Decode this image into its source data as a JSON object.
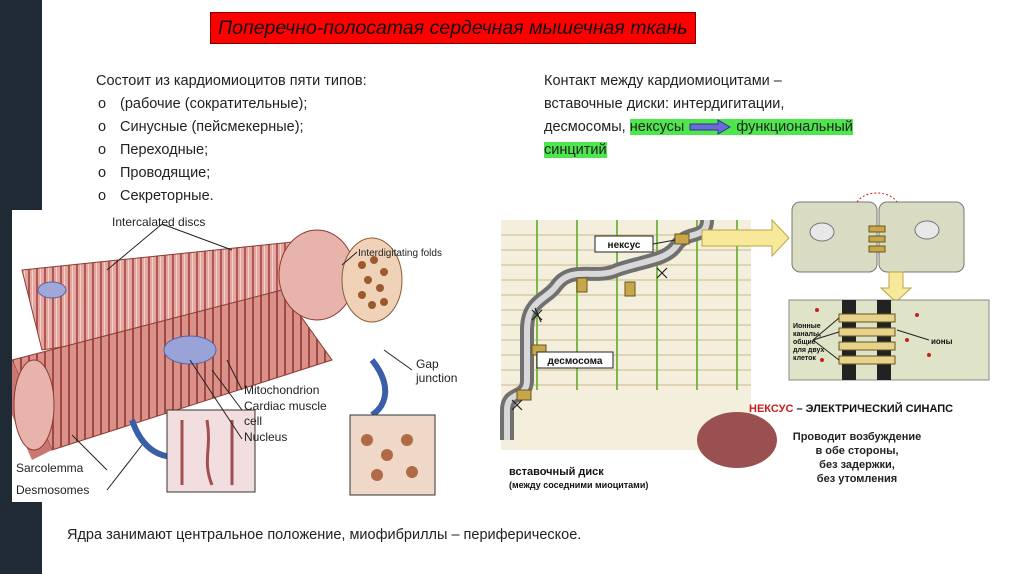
{
  "title": "Поперечно-полосатая сердечная мышечная ткань",
  "types": {
    "intro": "Состоит из кардиомиоцитов пяти типов:",
    "items": [
      "(рабочие (сократительные);",
      "Синусные (пейсмекерные);",
      "Переходные;",
      "Проводящие;",
      "Секреторные."
    ]
  },
  "contact": {
    "line1": "Контакт между кардиомиоцитами –",
    "line2": "вставочные диски: интердигитации,",
    "line3_prefix": "десмосомы,",
    "nexus_word": "нексусы",
    "functional_word": "функциональный",
    "line4": "синцитий",
    "highlight_color": "#4de64d"
  },
  "left_figure": {
    "labels": {
      "intercalated": "Intercalated discs",
      "interdigitating": "Interdigitating folds",
      "gap": "Gap",
      "junction": "junction",
      "mitochondrion": "Mitochondrion",
      "cardiac": "Cardiac muscle",
      "cell": "cell",
      "nucleus": "Nucleus",
      "sarcolemma": "Sarcolemma",
      "desmosomes": "Desmosomes"
    }
  },
  "right_figure": {
    "labels": {
      "nexus": "нексус",
      "desmosome": "десмосома",
      "disc": "вставочный диск",
      "disc_sub": "(между соседними миоцитами)",
      "ion_channels_1": "Ионные",
      "ion_channels_2": "каналы,",
      "ion_channels_3": "общие",
      "ion_channels_4": "для двух",
      "ion_channels_5": "клеток",
      "ions": "ионы",
      "synapse_red": "НЕКСУС",
      "synapse_rest": " – ЭЛЕКТРИЧЕСКИЙ СИНАПС",
      "p1": "Проводит возбуждение",
      "p2": "в обе стороны,",
      "p3": "без задержки,",
      "p4": "без утомления"
    }
  },
  "footer": "Ядра занимают центральное положение, миофибриллы – периферическое.",
  "colors": {
    "title_bg": "#ff0000",
    "left_bar": "#1f2a35",
    "synapse_red": "#c81e1e"
  }
}
